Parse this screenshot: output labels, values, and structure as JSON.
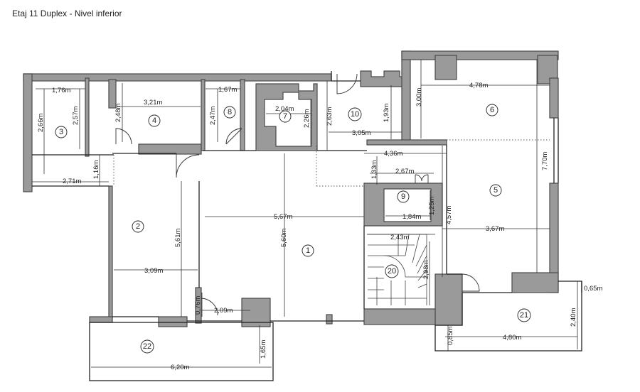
{
  "title": "Etaj 11 Duplex -  Nivel inferior",
  "rooms": [
    "1",
    "2",
    "3",
    "4",
    "5",
    "6",
    "7",
    "8",
    "9",
    "10",
    "20",
    "21",
    "22"
  ],
  "dimensions": {
    "d_1_76": "1,76m",
    "d_2_66": "2,66m",
    "d_2_57": "2,57m",
    "d_3_21": "3,21m",
    "d_2_48": "2,48m",
    "d_1_67": "1,67m",
    "d_2_47": "2,47m",
    "d_2_04": "2,04m",
    "d_2_26": "2,26m",
    "d_2_63": "2,63m",
    "d_1_93": "1,93m",
    "d_3_05": "3,05m",
    "d_3_00": "3,00m",
    "d_4_78": "4,78m",
    "d_4_36": "4,36m",
    "d_7_70": "7,70m",
    "d_1_16": "1,16m",
    "d_2_71": "2,71m",
    "d_1_33": "1,33m",
    "d_2_67": "2,67m",
    "d_1_84": "1,84m",
    "d_1_25": "1,25m",
    "d_4_57": "4,57m",
    "d_5_67": "5,67m",
    "d_3_67": "3,67m",
    "d_5_61": "5,61m",
    "d_5_60": "5,60m",
    "d_2_43": "2,43m",
    "d_3_09": "3,09m",
    "d_2_98": "2,98m",
    "d_0_65": "0,65m",
    "d_2_40": "2,40m",
    "d_0_76": "0,76m",
    "d_2_09": "2,09m",
    "d_4_80": "4,80m",
    "d_0_85": "0,85m",
    "d_1_65": "1,65m",
    "d_6_20": "6,20m"
  }
}
